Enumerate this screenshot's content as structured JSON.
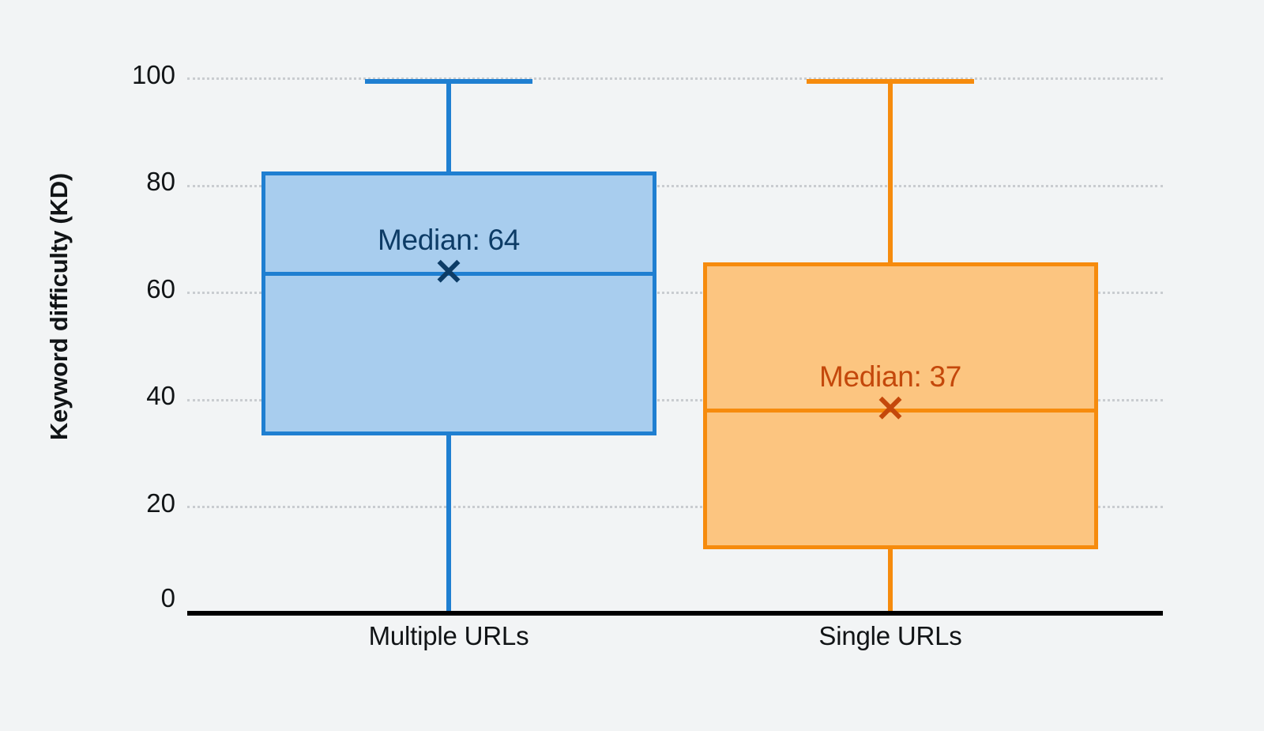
{
  "chart_data": {
    "type": "box",
    "title": "",
    "xlabel": "",
    "ylabel": "Keyword difficulty (KD)",
    "ylim": [
      0,
      100
    ],
    "yticks": [
      100,
      80,
      60,
      40,
      20,
      0
    ],
    "ytick_labels": [
      "100",
      "80",
      "60",
      "40",
      "20",
      "0"
    ],
    "grid": true,
    "legend": "none",
    "categories": [
      "Multiple URLs",
      "Single URLs"
    ],
    "boxes": [
      {
        "name": "Multiple URLs",
        "q1": 33,
        "median": 63,
        "q3": 82,
        "whisker_low": 0,
        "whisker_high": 98,
        "mean_marker": 63,
        "median_label": "Median: 64",
        "median_label_value": 64,
        "color_fill": "#a8cdee",
        "color_line": "#1f7fd1",
        "color_label": "#0d3c66"
      },
      {
        "name": "Single URLs",
        "q1": 12,
        "median": 37,
        "q3": 65,
        "whisker_low": 0,
        "whisker_high": 98,
        "mean_marker": 37,
        "median_label": "Median: 37",
        "median_label_value": 37,
        "color_fill": "#fcc580",
        "color_line": "#f68b0d",
        "color_label": "#c4480b"
      }
    ]
  },
  "axis": {
    "y_title": "Keyword difficulty (KD)",
    "tick_100": "100",
    "tick_80": "80",
    "tick_60": "60",
    "tick_40": "40",
    "tick_20": "20",
    "tick_0": "0",
    "x_label_left": "Multiple URLs",
    "x_label_right": "Single URLs"
  },
  "annotations": {
    "blue_median_label": "Median: 64",
    "orange_median_label": "Median: 37",
    "mean_marker_glyph": "✕"
  },
  "colors": {
    "background": "#f2f4f5",
    "axis": "#000000",
    "grid": "#c9ccd0",
    "blue_fill": "#a8cdee",
    "blue_line": "#1f7fd1",
    "blue_text": "#0d3c66",
    "orange_fill": "#fcc580",
    "orange_line": "#f68b0d",
    "orange_text": "#c4480b"
  }
}
